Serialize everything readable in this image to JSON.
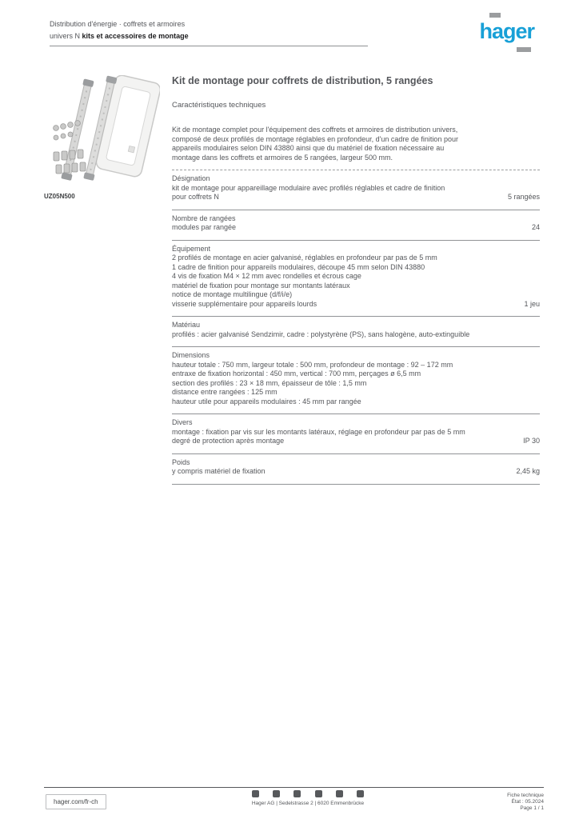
{
  "header": {
    "line1": "Distribution d'énergie · coffrets et armoires",
    "line2_light": "univers N",
    "line2_bold": "kits et accessoires de montage",
    "logo_text": "hager",
    "logo_color": "#18A0D7"
  },
  "product": {
    "ref": "UZ05N500"
  },
  "main": {
    "title": "Kit de montage pour coffrets de distribution, 5 rangées",
    "section_heading": "Caractéristiques techniques",
    "rows": [
      {
        "divider": "dotted",
        "lines": [
          "Kit de montage complet pour l'équipement des coffrets et armoires de distribution univers,",
          "composé de deux profilés de montage réglables en profondeur, d'un cadre de finition pour",
          "appareils modulaires selon DIN 43880 ainsi que du matériel de fixation nécessaire au",
          "montage dans les coffrets et armoires de 5 rangées, largeur 500 mm."
        ]
      },
      {
        "divider": "solid",
        "label": "Désignation",
        "lines": [
          "kit de montage pour appareillage modulaire avec profilés réglables et cadre de finition",
          "pour coffrets N"
        ],
        "value": "5 rangées"
      },
      {
        "divider": "solid",
        "label": "Nombre de rangées",
        "lines": [
          "modules par rangée"
        ],
        "value": "24"
      },
      {
        "divider": "solid",
        "label": "Équipement",
        "lines": [
          "2 profilés de montage en acier galvanisé, réglables en profondeur par pas de 5 mm",
          "1 cadre de finition pour appareils modulaires, découpe 45 mm selon DIN 43880",
          "4 vis de fixation M4 × 12 mm avec rondelles et écrous cage",
          "matériel de fixation pour montage sur montants latéraux",
          "notice de montage multilingue (d/f/i/e)",
          "visserie supplémentaire pour appareils lourds"
        ],
        "value": "1 jeu"
      },
      {
        "divider": "solid",
        "label": "Matériau",
        "lines": [
          "profilés : acier galvanisé Sendzimir, cadre : polystyrène (PS), sans halogène, auto-extinguible"
        ]
      },
      {
        "divider": "solid",
        "label": "Dimensions",
        "lines": [
          "hauteur totale : 750 mm, largeur totale : 500 mm, profondeur de montage : 92 – 172 mm",
          "entraxe de fixation horizontal : 450 mm, vertical : 700 mm, perçages ø 6,5 mm",
          "section des profilés : 23 × 18 mm, épaisseur de tôle : 1,5 mm",
          "distance entre rangées : 125 mm",
          "hauteur utile pour appareils modulaires : 45 mm par rangée"
        ]
      },
      {
        "divider": "solid",
        "label": "Divers",
        "lines": [
          "montage : fixation par vis sur les montants latéraux, réglage en profondeur par pas de 5 mm",
          "degré de protection après montage"
        ],
        "value": "IP 30"
      },
      {
        "divider": "solid",
        "label": "Poids",
        "lines": [
          "y compris matériel de fixation"
        ],
        "value": "2,45 kg"
      }
    ]
  },
  "footer": {
    "site_link": "hager.com/fr-ch",
    "social_icons": [
      "facebook",
      "x",
      "linkedin",
      "youtube",
      "instagram",
      "email"
    ],
    "address": "Hager AG | Sedelstrasse 2 | 6020 Emmenbrücke",
    "right_lines": [
      "Fiche technique",
      "État : 05.2024",
      "Page 1 / 1"
    ]
  }
}
